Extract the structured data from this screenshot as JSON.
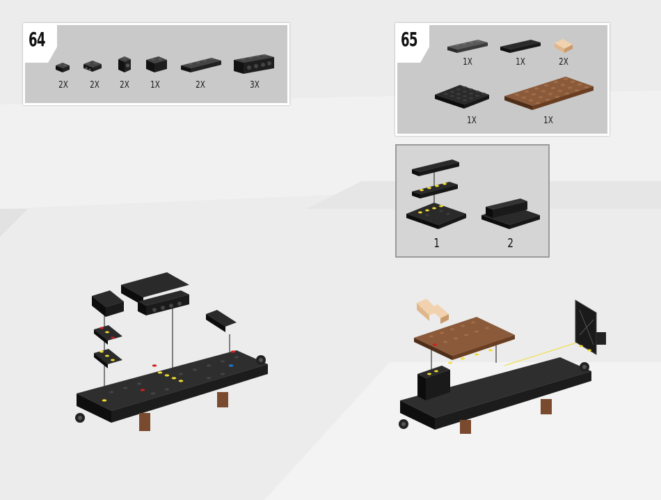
{
  "steps": [
    {
      "number": "64",
      "parts": [
        {
          "qty": "2X",
          "name": "black-plate-1x2-icon"
        },
        {
          "qty": "2X",
          "name": "black-plate-1x2-studs-side-icon"
        },
        {
          "qty": "2X",
          "name": "black-brick-1x1-studs-side-icon"
        },
        {
          "qty": "1X",
          "name": "black-brick-1x2-icon"
        },
        {
          "qty": "2X",
          "name": "black-plate-1x4-icon"
        },
        {
          "qty": "3X",
          "name": "black-technic-brick-1x4-icon"
        }
      ]
    },
    {
      "number": "65",
      "parts": [
        {
          "qty": "1X",
          "name": "dark-gray-plate-1x4-icon"
        },
        {
          "qty": "1X",
          "name": "black-tile-1x4-icon"
        },
        {
          "qty": "2X",
          "name": "tan-slope-icon"
        },
        {
          "qty": "1X",
          "name": "black-plate-4x4-icon"
        },
        {
          "qty": "1X",
          "name": "brown-plate-4x6-icon"
        }
      ],
      "subassembly": {
        "labels": [
          "1",
          "2"
        ]
      }
    }
  ],
  "colors": {
    "panel": "#c9c9c9",
    "black_part": "#1b1b1b",
    "brown_part": "#7a4a2e",
    "tan_part": "#e8c29a",
    "stud_yellow": "#f2dc2a",
    "stud_red": "#d21e1e",
    "stud_blue": "#1e78d2"
  }
}
